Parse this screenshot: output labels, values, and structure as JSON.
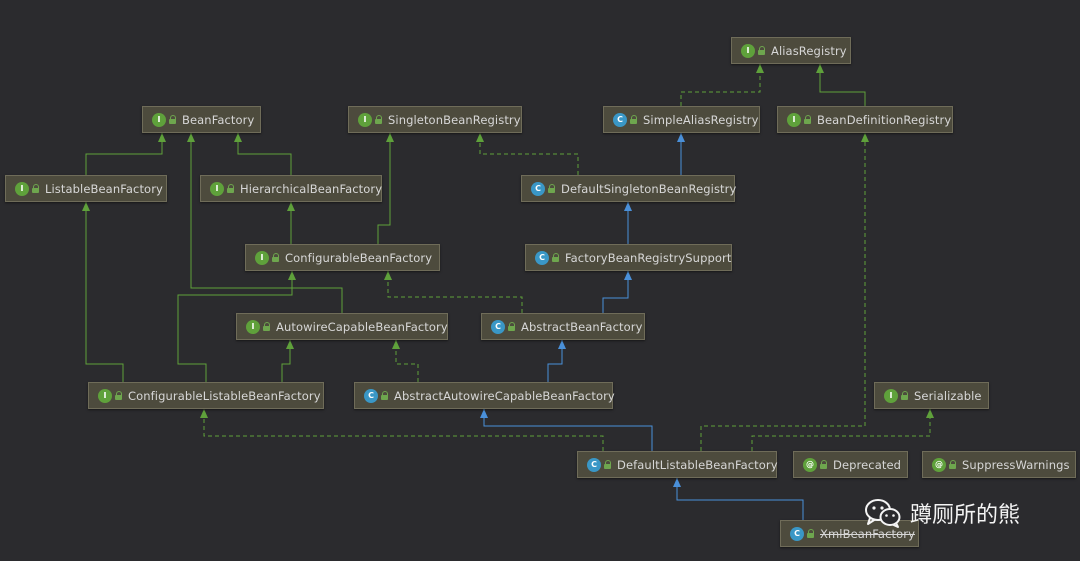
{
  "diagram": {
    "colors": {
      "background": "#2b2b2e",
      "extends_edge": "#4a90d9",
      "implements_edge": "#5fa13b",
      "interface_badge": "#5fa13b",
      "class_badge": "#3a97c6"
    },
    "nodes": [
      {
        "id": "AliasRegistry",
        "label": "AliasRegistry",
        "kind": "interface",
        "badge": "I"
      },
      {
        "id": "BeanFactory",
        "label": "BeanFactory",
        "kind": "interface",
        "badge": "I"
      },
      {
        "id": "SingletonBeanRegistry",
        "label": "SingletonBeanRegistry",
        "kind": "interface",
        "badge": "I"
      },
      {
        "id": "SimpleAliasRegistry",
        "label": "SimpleAliasRegistry",
        "kind": "class",
        "badge": "C"
      },
      {
        "id": "BeanDefinitionRegistry",
        "label": "BeanDefinitionRegistry",
        "kind": "interface",
        "badge": "I"
      },
      {
        "id": "ListableBeanFactory",
        "label": "ListableBeanFactory",
        "kind": "interface",
        "badge": "I"
      },
      {
        "id": "HierarchicalBeanFactory",
        "label": "HierarchicalBeanFactory",
        "kind": "interface",
        "badge": "I"
      },
      {
        "id": "DefaultSingletonBeanRegistry",
        "label": "DefaultSingletonBeanRegistry",
        "kind": "class",
        "badge": "C"
      },
      {
        "id": "ConfigurableBeanFactory",
        "label": "ConfigurableBeanFactory",
        "kind": "interface",
        "badge": "I"
      },
      {
        "id": "FactoryBeanRegistrySupport",
        "label": "FactoryBeanRegistrySupport",
        "kind": "class",
        "badge": "C"
      },
      {
        "id": "AutowireCapableBeanFactory",
        "label": "AutowireCapableBeanFactory",
        "kind": "interface",
        "badge": "I"
      },
      {
        "id": "AbstractBeanFactory",
        "label": "AbstractBeanFactory",
        "kind": "class",
        "badge": "C"
      },
      {
        "id": "ConfigurableListableBeanFactory",
        "label": "ConfigurableListableBeanFactory",
        "kind": "interface",
        "badge": "I"
      },
      {
        "id": "AbstractAutowireCapableBeanFactory",
        "label": "AbstractAutowireCapableBeanFactory",
        "kind": "class",
        "badge": "C"
      },
      {
        "id": "Serializable",
        "label": "Serializable",
        "kind": "interface",
        "badge": "I"
      },
      {
        "id": "DefaultListableBeanFactory",
        "label": "DefaultListableBeanFactory",
        "kind": "class",
        "badge": "C"
      },
      {
        "id": "Deprecated",
        "label": "Deprecated",
        "kind": "annotation",
        "badge": "@"
      },
      {
        "id": "SuppressWarnings",
        "label": "SuppressWarnings",
        "kind": "annotation",
        "badge": "@"
      },
      {
        "id": "XmlBeanFactory",
        "label": "XmlBeanFactory",
        "kind": "class",
        "badge": "C",
        "deprecated": true
      }
    ],
    "edges": [
      {
        "from": "SimpleAliasRegistry",
        "to": "AliasRegistry",
        "type": "implements"
      },
      {
        "from": "BeanDefinitionRegistry",
        "to": "AliasRegistry",
        "type": "interface-extends"
      },
      {
        "from": "ListableBeanFactory",
        "to": "BeanFactory",
        "type": "interface-extends"
      },
      {
        "from": "HierarchicalBeanFactory",
        "to": "BeanFactory",
        "type": "interface-extends"
      },
      {
        "from": "AutowireCapableBeanFactory",
        "to": "BeanFactory",
        "type": "interface-extends"
      },
      {
        "from": "DefaultSingletonBeanRegistry",
        "to": "SingletonBeanRegistry",
        "type": "implements"
      },
      {
        "from": "DefaultSingletonBeanRegistry",
        "to": "SimpleAliasRegistry",
        "type": "extends"
      },
      {
        "from": "ConfigurableBeanFactory",
        "to": "HierarchicalBeanFactory",
        "type": "interface-extends"
      },
      {
        "from": "ConfigurableBeanFactory",
        "to": "SingletonBeanRegistry",
        "type": "interface-extends"
      },
      {
        "from": "FactoryBeanRegistrySupport",
        "to": "DefaultSingletonBeanRegistry",
        "type": "extends"
      },
      {
        "from": "AbstractBeanFactory",
        "to": "FactoryBeanRegistrySupport",
        "type": "extends"
      },
      {
        "from": "AbstractBeanFactory",
        "to": "ConfigurableBeanFactory",
        "type": "implements"
      },
      {
        "from": "ConfigurableListableBeanFactory",
        "to": "ListableBeanFactory",
        "type": "interface-extends"
      },
      {
        "from": "ConfigurableListableBeanFactory",
        "to": "ConfigurableBeanFactory",
        "type": "interface-extends"
      },
      {
        "from": "ConfigurableListableBeanFactory",
        "to": "AutowireCapableBeanFactory",
        "type": "interface-extends"
      },
      {
        "from": "AbstractAutowireCapableBeanFactory",
        "to": "AbstractBeanFactory",
        "type": "extends"
      },
      {
        "from": "AbstractAutowireCapableBeanFactory",
        "to": "AutowireCapableBeanFactory",
        "type": "implements"
      },
      {
        "from": "DefaultListableBeanFactory",
        "to": "AbstractAutowireCapableBeanFactory",
        "type": "extends"
      },
      {
        "from": "DefaultListableBeanFactory",
        "to": "ConfigurableListableBeanFactory",
        "type": "implements"
      },
      {
        "from": "DefaultListableBeanFactory",
        "to": "BeanDefinitionRegistry",
        "type": "implements"
      },
      {
        "from": "DefaultListableBeanFactory",
        "to": "Serializable",
        "type": "implements"
      },
      {
        "from": "XmlBeanFactory",
        "to": "DefaultListableBeanFactory",
        "type": "extends"
      }
    ]
  },
  "watermark": {
    "text": "蹲厕所的熊",
    "icon": "wechat-icon"
  }
}
